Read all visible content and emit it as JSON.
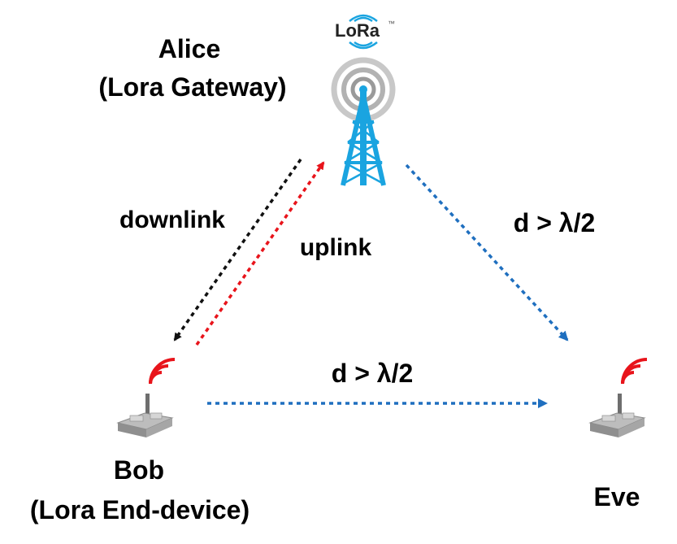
{
  "logo": {
    "text": "LoRa",
    "trademark": "™"
  },
  "nodes": {
    "alice": {
      "name": "Alice",
      "role": "(Lora Gateway)"
    },
    "bob": {
      "name": "Bob",
      "role": "(Lora End-device)"
    },
    "eve": {
      "name": "Eve"
    }
  },
  "links": {
    "downlink": "downlink",
    "uplink": "uplink",
    "alice_eve_distance": "d > λ/2",
    "bob_eve_distance": "d > λ/2"
  },
  "colors": {
    "downlink": "#111111",
    "uplink": "#e8141b",
    "eavesdrop": "#1f6fbf",
    "tower": "#1aa4e0",
    "signal_waves": "#e8141b",
    "logo_waves": "#1aa4e0"
  },
  "icons": {
    "logo": "lora-logo-icon",
    "gateway": "gateway-tower-icon",
    "bob_device": "end-device-icon",
    "eve_device": "end-device-icon"
  }
}
